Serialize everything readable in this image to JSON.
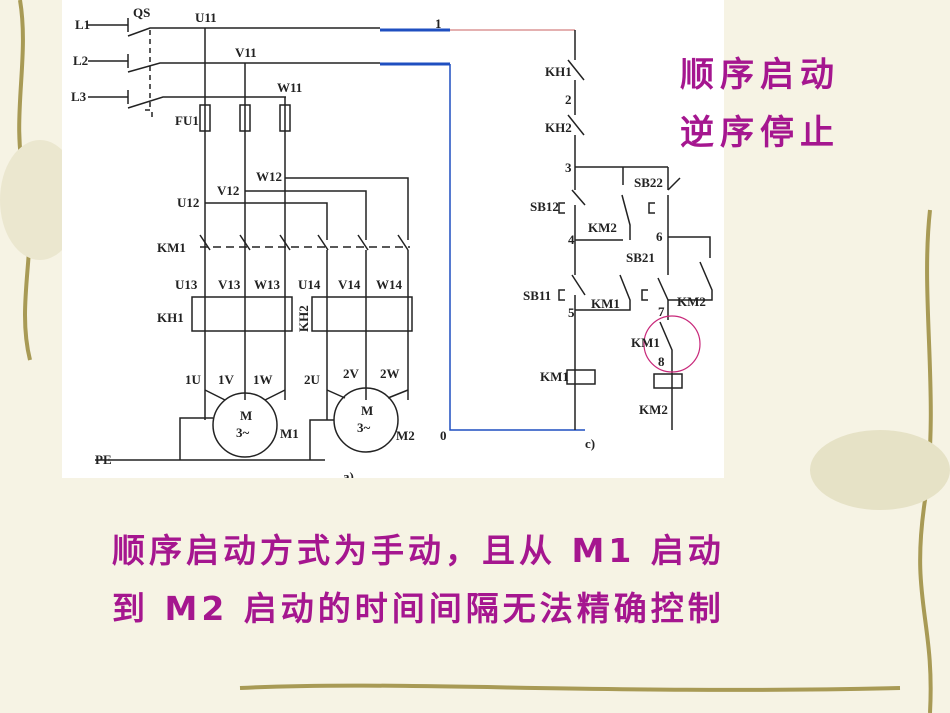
{
  "title": {
    "line1": "顺序启动",
    "line2": "逆序停止"
  },
  "caption": {
    "line1": "顺序启动方式为手动，且从 M1 启动",
    "line2": "到 M2 启动的时间间隔无法精确控制"
  },
  "main_circuit": {
    "lines": [
      "L1",
      "L2",
      "L3"
    ],
    "switch": "QS",
    "nodes1": [
      "U11",
      "V11",
      "W11"
    ],
    "fuse": "FU1",
    "nodes2": [
      "U12",
      "V12",
      "W12"
    ],
    "contactor": "KM1",
    "nodes3a": [
      "U13",
      "V13",
      "W13"
    ],
    "nodes3b": [
      "U14",
      "V14",
      "W14"
    ],
    "relay1": "KH1",
    "relay2": "KH2",
    "motor1_terms": [
      "1U",
      "1V",
      "1W"
    ],
    "motor2_terms": [
      "2U",
      "2V",
      "2W"
    ],
    "motor_symbol": "M",
    "motor_type": "3~",
    "motor1": "M1",
    "motor2": "M2",
    "pe": "PE",
    "caption": "a)"
  },
  "control_circuit": {
    "wire1": "1",
    "wire0": "0",
    "kh1": "KH1",
    "n2": "2",
    "kh2": "KH2",
    "n3": "3",
    "sb12": "SB12",
    "sb22": "SB22",
    "km2_aux": "KM2",
    "n4": "4",
    "n6": "6",
    "sb21": "SB21",
    "sb11": "SB11",
    "km1_aux": "KM1",
    "km2_aux2": "KM2",
    "n5": "5",
    "n7": "7",
    "km1_interlock": "KM1",
    "n8": "8",
    "km1_coil": "KM1",
    "km2_coil": "KM2",
    "caption": "c)"
  },
  "colors": {
    "accent": "#a5168f",
    "wire_blue": "#1f4fc0",
    "highlight": "#c8287a"
  }
}
